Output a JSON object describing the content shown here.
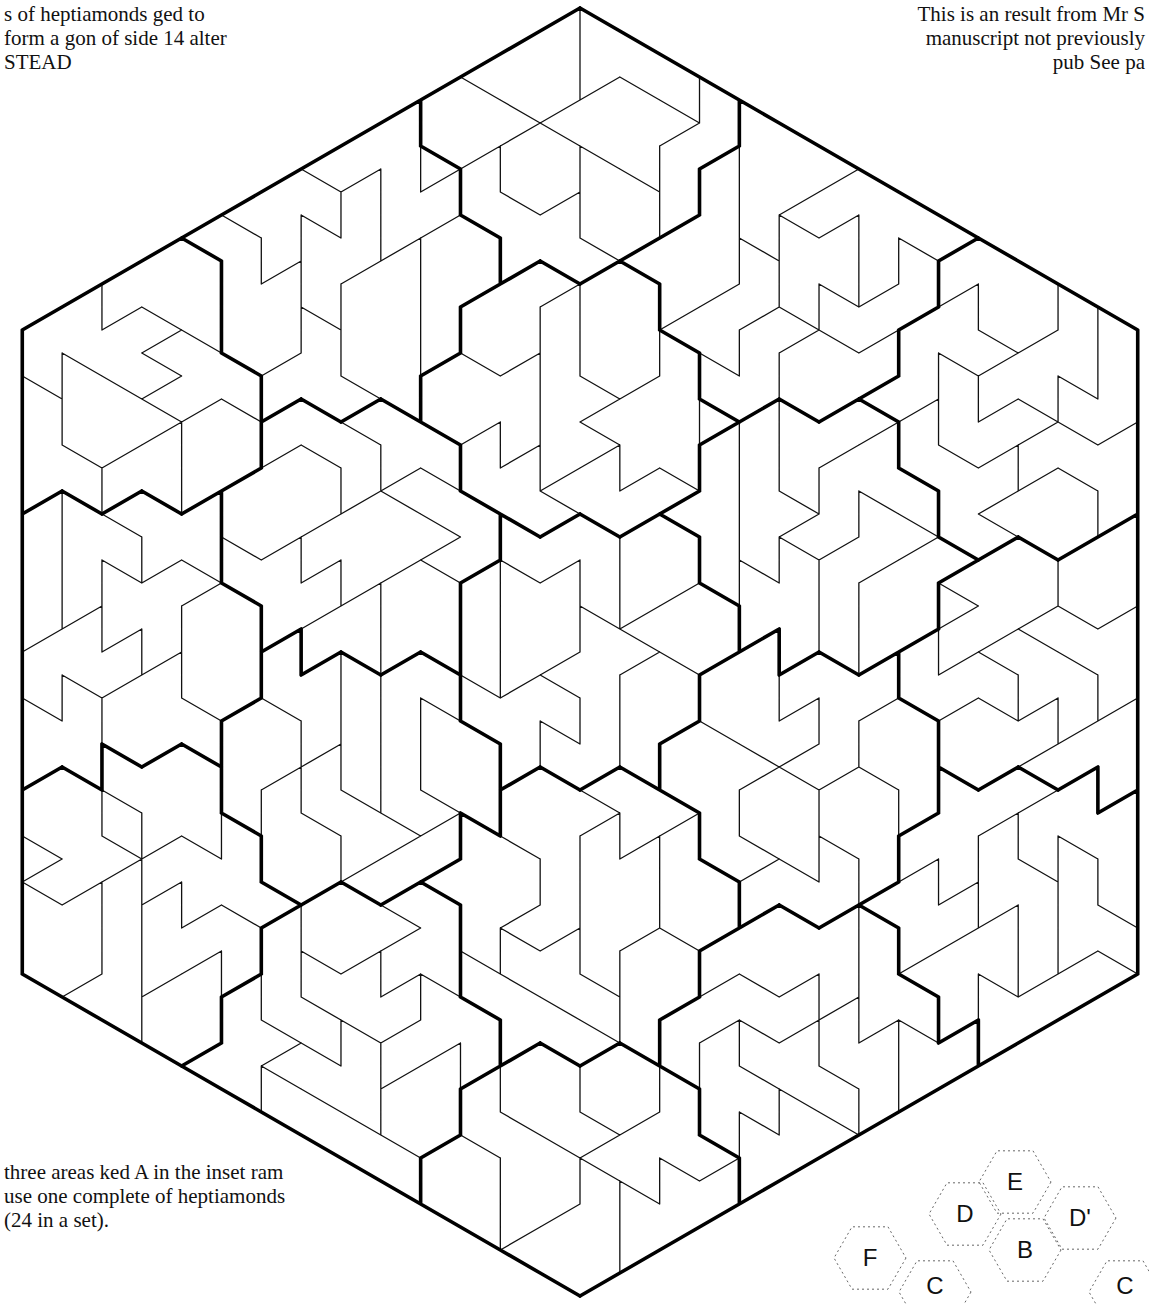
{
  "diagram": {
    "labels": [
      "s of heptiamonds ged to form a gon of side 14 alter STEAD",
      "This is an result from Mr S manuscript not previously pub See pa",
      "three areas ked A in the inset ram use one complete of heptiamonds (24 in a set).",
      "E",
      "D",
      "D'",
      "B",
      "F",
      "C",
      "C"
    ]
  }
}
